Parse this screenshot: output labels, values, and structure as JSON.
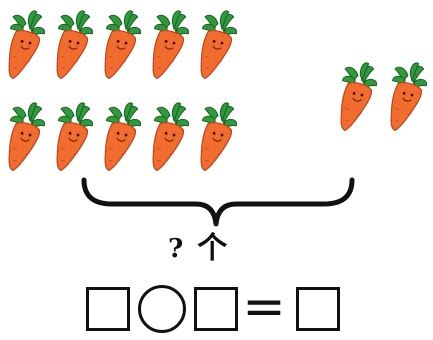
{
  "carrots": {
    "left_group_count": 10,
    "right_group_count": 2,
    "colors": {
      "body": "#f26b2f",
      "leaves": "#2e9a3c"
    }
  },
  "question": {
    "mark": "?",
    "unit": "个"
  },
  "equation": {
    "slots": [
      "box",
      "circle",
      "box",
      "equals",
      "box"
    ],
    "equals_sign": "="
  }
}
